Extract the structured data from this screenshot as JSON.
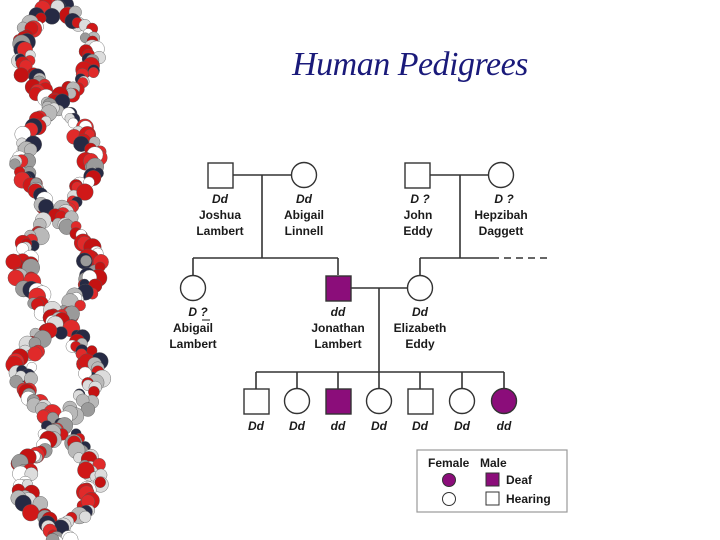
{
  "title": "Human Pedigrees",
  "colors": {
    "affected": "#8b0d7a",
    "title": "#1a1a7a",
    "line": "#333333"
  },
  "gen1": [
    {
      "genotype": "Dd",
      "first": "Joshua",
      "last": "Lambert"
    },
    {
      "genotype": "Dd",
      "first": "Abigail",
      "last": "Linnell"
    },
    {
      "genotype": "D ?",
      "first": "John",
      "last": "Eddy"
    },
    {
      "genotype": "D ?",
      "first": "Hepzibah",
      "last": "Daggett"
    }
  ],
  "gen2": [
    {
      "genotype": "D ?",
      "first": "Abigail",
      "last": "Lambert"
    },
    {
      "genotype": "dd",
      "first": "Jonathan",
      "last": "Lambert"
    },
    {
      "genotype": "Dd",
      "first": "Elizabeth",
      "last": "Eddy"
    }
  ],
  "gen3": [
    "Dd",
    "Dd",
    "dd",
    "Dd",
    "Dd",
    "Dd",
    "dd"
  ],
  "legend": {
    "female": "Female",
    "male": "Male",
    "affected": "Deaf",
    "unaffected": "Hearing"
  }
}
